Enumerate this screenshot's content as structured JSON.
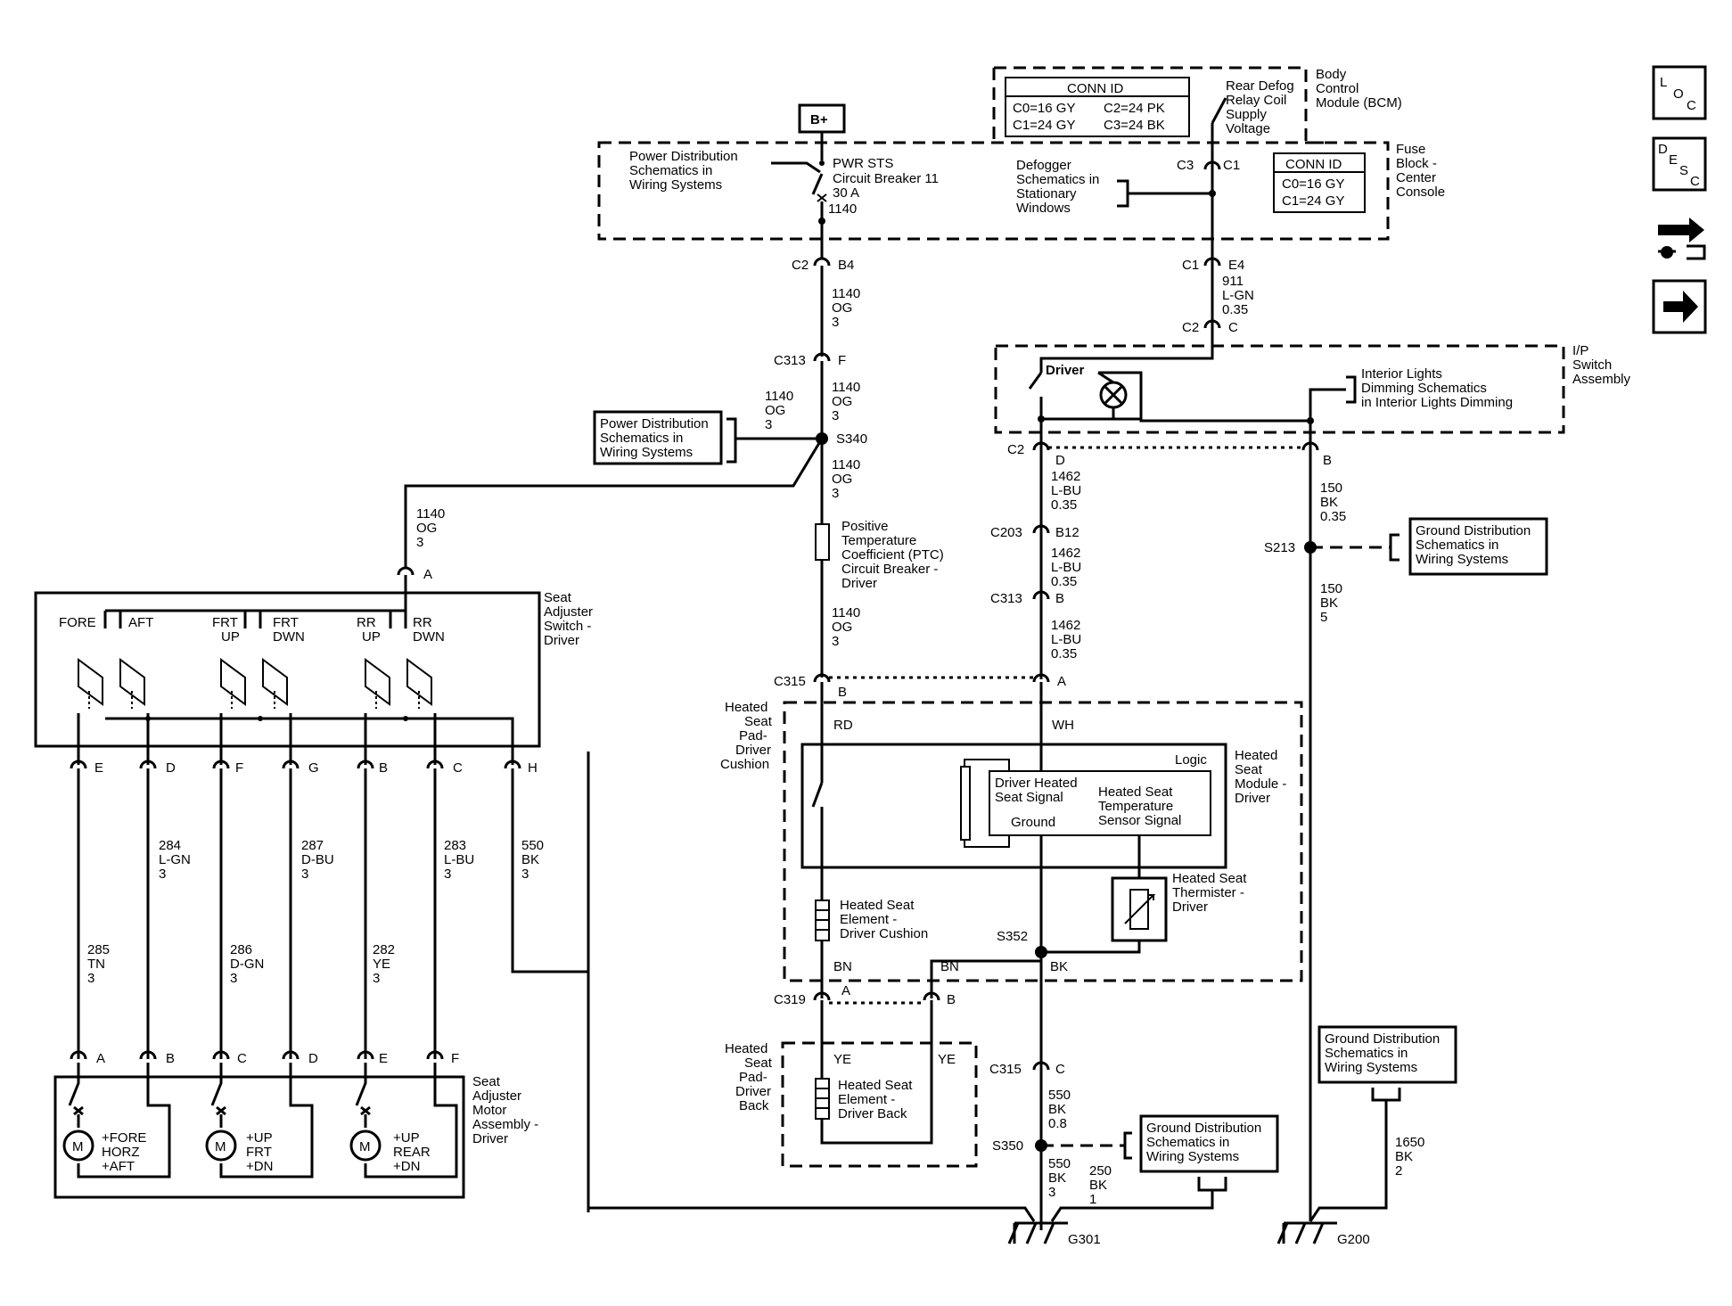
{
  "battery": "B+",
  "icons": {
    "loc": [
      "L",
      "O",
      "C"
    ],
    "desc": [
      "D",
      "E",
      "S",
      "C"
    ]
  },
  "bcm": {
    "title": [
      "Body",
      "Control",
      "Module (BCM)"
    ],
    "conn_title": "CONN ID",
    "conn": [
      "C0=16 GY",
      "C2=24 PK",
      "C1=24 GY",
      "C3=24 BK"
    ],
    "signal": [
      "Rear Defog",
      "Relay Coil",
      "Supply",
      "Voltage"
    ],
    "pin_left": "C3",
    "pin_right": "C1"
  },
  "fuse_block": {
    "title": [
      "Fuse",
      "Block -",
      "Center",
      "Console"
    ],
    "conn_title": "CONN ID",
    "conn": [
      "C0=16 GY",
      "C1=24 GY"
    ],
    "pwr_ref": [
      "Power Distribution",
      "Schematics in",
      "Wiring Systems"
    ],
    "breaker": [
      "PWR STS",
      "Circuit Breaker 11",
      "30 A"
    ],
    "circuit": "1140",
    "defog_ref": [
      "Defogger",
      "Schematics in",
      "Stationary",
      "Windows"
    ]
  },
  "connectors": {
    "c2_b4": [
      "C2",
      "B4"
    ],
    "c1_e4": [
      "C1",
      "E4"
    ],
    "c2_c": [
      "C2",
      "C"
    ],
    "c313_f": [
      "C313",
      "F"
    ],
    "s340": "S340",
    "c2_d": [
      "C2",
      "D"
    ],
    "b": "B",
    "c203": [
      "C203",
      "B12"
    ],
    "c313_b": [
      "C313",
      "B"
    ],
    "s213": "S213",
    "c315_b": [
      "C315",
      "B"
    ],
    "c315_a": "A",
    "c319": [
      "C319",
      "A",
      "B"
    ],
    "c315_c": [
      "C315",
      "C"
    ],
    "s350": "S350",
    "s352": "S352",
    "g301": "G301",
    "g200": "G200"
  },
  "wires": {
    "w1140": [
      "1140",
      "OG",
      "3"
    ],
    "w911": [
      "911",
      "L-GN",
      "0.35"
    ],
    "w1462": [
      "1462",
      "L-BU",
      "0.35"
    ],
    "w150a": [
      "150",
      "BK",
      "0.35"
    ],
    "w150b": [
      "150",
      "BK",
      "5"
    ],
    "w550a": [
      "550",
      "BK",
      "0.8"
    ],
    "w550b": [
      "550",
      "BK",
      "3"
    ],
    "w250": [
      "250",
      "BK",
      "1"
    ],
    "w1650": [
      "1650",
      "BK",
      "2"
    ],
    "w285": [
      "285",
      "TN",
      "3"
    ],
    "w284": [
      "284",
      "L-GN",
      "3"
    ],
    "w286": [
      "286",
      "D-GN",
      "3"
    ],
    "w287": [
      "287",
      "D-BU",
      "3"
    ],
    "w282": [
      "282",
      "YE",
      "3"
    ],
    "w283": [
      "283",
      "L-BU",
      "3"
    ],
    "w550h": [
      "550",
      "BK",
      "3"
    ],
    "rd": "RD",
    "wh": "WH",
    "bn": "BN",
    "bk": "BK",
    "ye": "YE"
  },
  "refs": {
    "pwr_dist": [
      "Power Distribution",
      "Schematics in",
      "Wiring Systems"
    ],
    "ground": [
      "Ground Distribution",
      "Schematics in",
      "Wiring Systems"
    ],
    "dimming": [
      "Interior Lights",
      "Dimming Schematics",
      "in Interior Lights Dimming"
    ]
  },
  "ip_switch": {
    "title": [
      "I/P",
      "Switch",
      "Assembly"
    ],
    "driver": "Driver"
  },
  "ptc": [
    "Positive",
    "Temperature",
    "Coefficient (PTC)",
    "Circuit Breaker -",
    "Driver"
  ],
  "seat_switch": {
    "title": [
      "Seat",
      "Adjuster",
      "Switch -",
      "Driver"
    ],
    "labels": [
      "FORE",
      "AFT",
      "FRT",
      "UP",
      "FRT",
      "DWN",
      "RR",
      "UP",
      "RR",
      "DWN"
    ],
    "pin_a": "A",
    "pins": [
      "E",
      "D",
      "F",
      "G",
      "B",
      "C",
      "H"
    ]
  },
  "seat_motor": {
    "title": [
      "Seat",
      "Adjuster",
      "Motor",
      "Assembly -",
      "Driver"
    ],
    "pins": [
      "A",
      "B",
      "C",
      "D",
      "E",
      "F"
    ],
    "motor_glyph": "M",
    "motors": [
      [
        "+FORE",
        "HORZ",
        "+AFT"
      ],
      [
        "+UP",
        "FRT",
        "+DN"
      ],
      [
        "+UP",
        "REAR",
        "+DN"
      ]
    ]
  },
  "heated": {
    "cushion_title": [
      "Heated",
      "Seat",
      "Pad-",
      "Driver",
      "Cushion"
    ],
    "module_title": [
      "Heated",
      "Seat",
      "Module -",
      "Driver"
    ],
    "logic": "Logic",
    "driver_signal": [
      "Driver Heated",
      "Seat Signal"
    ],
    "ground": "Ground",
    "temp_signal": [
      "Heated Seat",
      "Temperature",
      "Sensor Signal"
    ],
    "element_cushion": [
      "Heated Seat",
      "Element -",
      "Driver Cushion"
    ],
    "thermister": [
      "Heated Seat",
      "Thermister -",
      "Driver"
    ],
    "back_title": [
      "Heated",
      "Seat",
      "Pad-",
      "Driver",
      "Back"
    ],
    "element_back": [
      "Heated Seat",
      "Element -",
      "Driver Back"
    ]
  }
}
